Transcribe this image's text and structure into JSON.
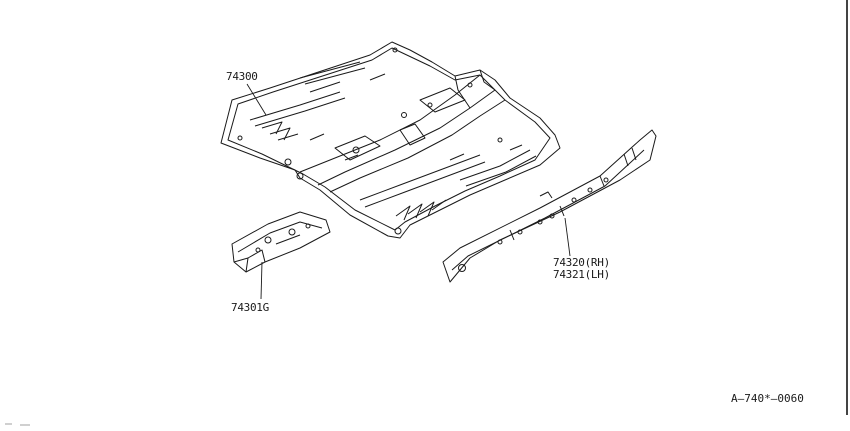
{
  "parts": [
    {
      "id": "main-floor",
      "number": "74300"
    },
    {
      "id": "floor-bracket",
      "number": "74301G"
    },
    {
      "id": "side-member-rh",
      "number": "74320(RH)"
    },
    {
      "id": "side-member-lh",
      "number": "74321(LH)"
    }
  ],
  "diagram_code": "A–740*–0060",
  "colors": {
    "line": "#1a1a1a",
    "background": "#ffffff"
  }
}
